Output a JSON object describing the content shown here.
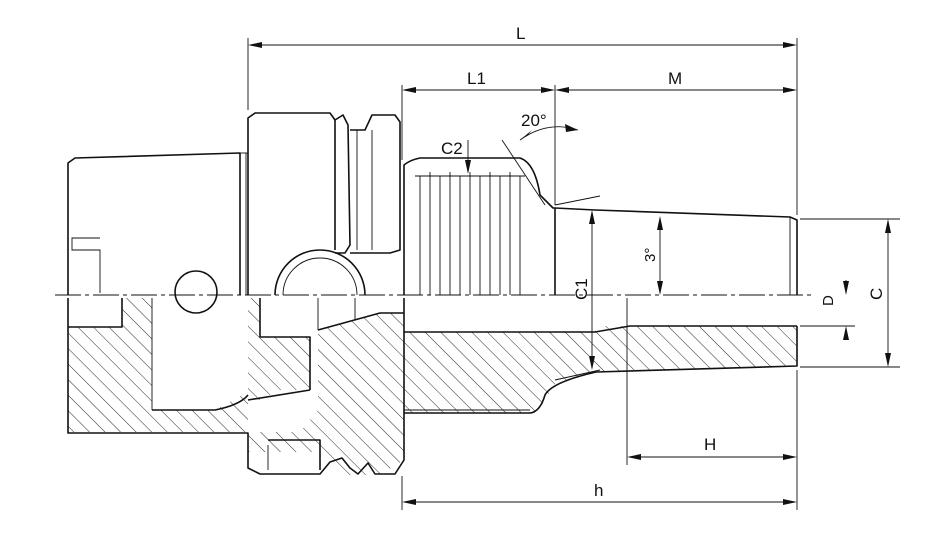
{
  "drawing": {
    "dimensions": {
      "L": "L",
      "L1": "L1",
      "M": "M",
      "C": "C",
      "C1": "C1",
      "C2": "C2",
      "D": "D",
      "H": "H",
      "h": "h"
    },
    "angles": {
      "chamfer": "20°",
      "taper": "3°"
    }
  },
  "colors": {
    "line": "#111111",
    "background": "#ffffff"
  }
}
